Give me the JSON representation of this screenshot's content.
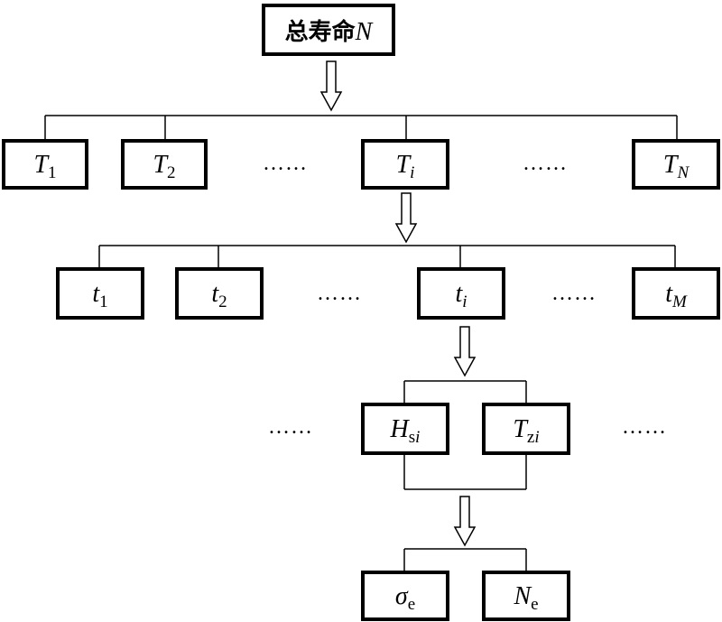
{
  "root": {
    "label_cjk": "总寿命",
    "label_var": "N"
  },
  "level1": [
    {
      "main": "T",
      "sub": "1",
      "sub_italic": false
    },
    {
      "main": "T",
      "sub": "2",
      "sub_italic": false
    },
    {
      "main": "T",
      "sub": "i",
      "sub_italic": true
    },
    {
      "main": "T",
      "sub": "N",
      "sub_italic": true
    }
  ],
  "level2": [
    {
      "main": "t",
      "sub": "1",
      "sub_italic": false
    },
    {
      "main": "t",
      "sub": "2",
      "sub_italic": false
    },
    {
      "main": "t",
      "sub": "i",
      "sub_italic": true
    },
    {
      "main": "t",
      "sub": "M",
      "sub_italic": true
    }
  ],
  "level3": [
    {
      "main": "H",
      "sub_a": "s",
      "sub_b": "i"
    },
    {
      "main": "T",
      "sub_a": "z",
      "sub_b": "i"
    }
  ],
  "level4": [
    {
      "main": "σ",
      "sub": "e"
    },
    {
      "main": "N",
      "sub": "e"
    }
  ],
  "ellipsis": "……"
}
